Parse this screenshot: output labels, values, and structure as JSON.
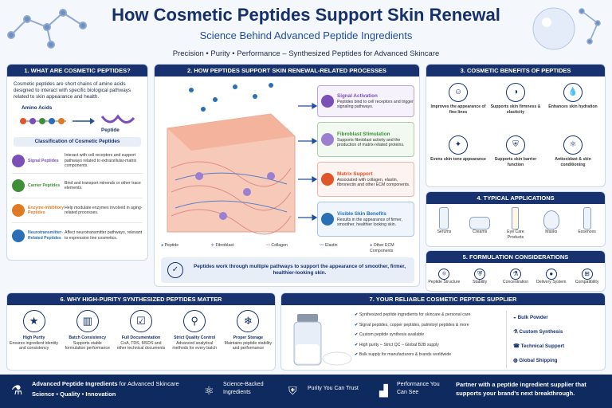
{
  "header": {
    "title": "How Cosmetic Peptides Support Skin Renewal",
    "subtitle": "Science Behind Advanced Peptide Ingredients",
    "tagline": "Precision • Purity • Performance – Synthesized Peptides for Advanced Skincare"
  },
  "section1": {
    "heading": "1. WHAT ARE COSMETIC PEPTIDES?",
    "intro": "Cosmetic peptides are short chains of amino acids designed to interact with specific biological pathways related to skin appearance and health.",
    "amino_label": "Amino Acids",
    "peptide_label": "Peptide",
    "class_heading": "Classification of Cosmetic Peptides",
    "classes": [
      {
        "name": "Signal Peptides",
        "desc": "Interact with cell receptors and support pathways related to extracellular-matrix components.",
        "color": "#7a4fb8"
      },
      {
        "name": "Carrier Peptides",
        "desc": "Bind and transport minerals or other trace elements.",
        "color": "#3f8f3a"
      },
      {
        "name": "Enzyme-Inhibitory Peptides",
        "desc": "Help modulate enzymes involved in aging-related processes.",
        "color": "#e07a22"
      },
      {
        "name": "Neurotransmitter-Related Peptides",
        "desc": "Affect neurotransmitter pathways, relevant to expression line cosmetics.",
        "color": "#2a6fb5"
      }
    ]
  },
  "section2": {
    "heading": "2. HOW PEPTIDES SUPPORT SKIN RENEWAL-RELATED PROCESSES",
    "steps": [
      {
        "title": "Signal Activation",
        "desc": "Peptides bind to cell receptors and trigger signaling pathways.",
        "color": "#7a4fb8"
      },
      {
        "title": "Fibroblast Stimulation",
        "desc": "Supports fibroblast activity and the production of matrix-related proteins.",
        "color": "#3f8f3a"
      },
      {
        "title": "Matrix Support",
        "desc": "Associated with collagen, elastin, fibronectin and other ECM components.",
        "color": "#e0552a"
      },
      {
        "title": "Visible Skin Benefits",
        "desc": "Results in the appearance of firmer, smoother, healthier looking skin.",
        "color": "#2a6fb5"
      }
    ],
    "legend": [
      "Peptide",
      "Fibroblast",
      "Collagen",
      "Elastin",
      "Other ECM Components"
    ],
    "note": "Peptides work through multiple pathways to support the appearance of smoother, firmer, healthier-looking skin."
  },
  "section3": {
    "heading": "3. COSMETIC BENEFITS OF PEPTIDES",
    "benefits": [
      "Improves the appearance of fine lines",
      "Supports skin firmness & elasticity",
      "Enhances skin hydration",
      "Evens skin tone appearance",
      "Supports skin barrier function",
      "Antioxidant & skin conditioning"
    ]
  },
  "section4": {
    "heading": "4. TYPICAL APPLICATIONS",
    "items": [
      "Serums",
      "Creams",
      "Eye Care Products",
      "Masks",
      "Essences"
    ]
  },
  "section5": {
    "heading": "5. FORMULATION CONSIDERATIONS",
    "items": [
      "Peptide Structure",
      "Stability",
      "Concentration",
      "Delivery System",
      "Compatibility"
    ]
  },
  "section6": {
    "heading": "6. WHY HIGH-PURITY SYNTHESIZED PEPTIDES MATTER",
    "items": [
      {
        "title": "High Purity",
        "desc": "Ensures ingredient identity and consistency"
      },
      {
        "title": "Batch Consistency",
        "desc": "Supports stable formulation performance"
      },
      {
        "title": "Full Documentation",
        "desc": "CoA, TDS, MSDS and other technical documents"
      },
      {
        "title": "Strict Quality Control",
        "desc": "Advanced analytical methods for every batch"
      },
      {
        "title": "Proper Storage",
        "desc": "Maintains peptide stability and performance"
      }
    ]
  },
  "section7": {
    "heading": "7. YOUR RELIABLE COSMETIC PEPTIDE SUPPLIER",
    "checks": [
      "Synthesized peptide ingredients for skincare & personal care",
      "Signal peptides, copper peptides, palmitoyl peptides & more",
      "Custom peptide synthesis available",
      "High purity – Strict QC – Global B2B supply",
      "Bulk supply for manufacturers & brands worldwide"
    ],
    "services": [
      "Bulk Powder",
      "Custom Synthesis",
      "Technical Support",
      "Global Shipping"
    ]
  },
  "footer": {
    "left_title_a": "Advanced Peptide Ingredients",
    "left_title_b": " for Advanced Skincare",
    "left_sub": "Science • Quality • Innovation",
    "f1": "Science-Backed Ingredients",
    "f2": "Purity You Can Trust",
    "f3": "Performance You Can See",
    "right": "Partner with a peptide ingredient supplier that supports your brand's next breakthrough."
  },
  "colors": {
    "navy": "#17326e",
    "accent": "#1f4fa0"
  }
}
